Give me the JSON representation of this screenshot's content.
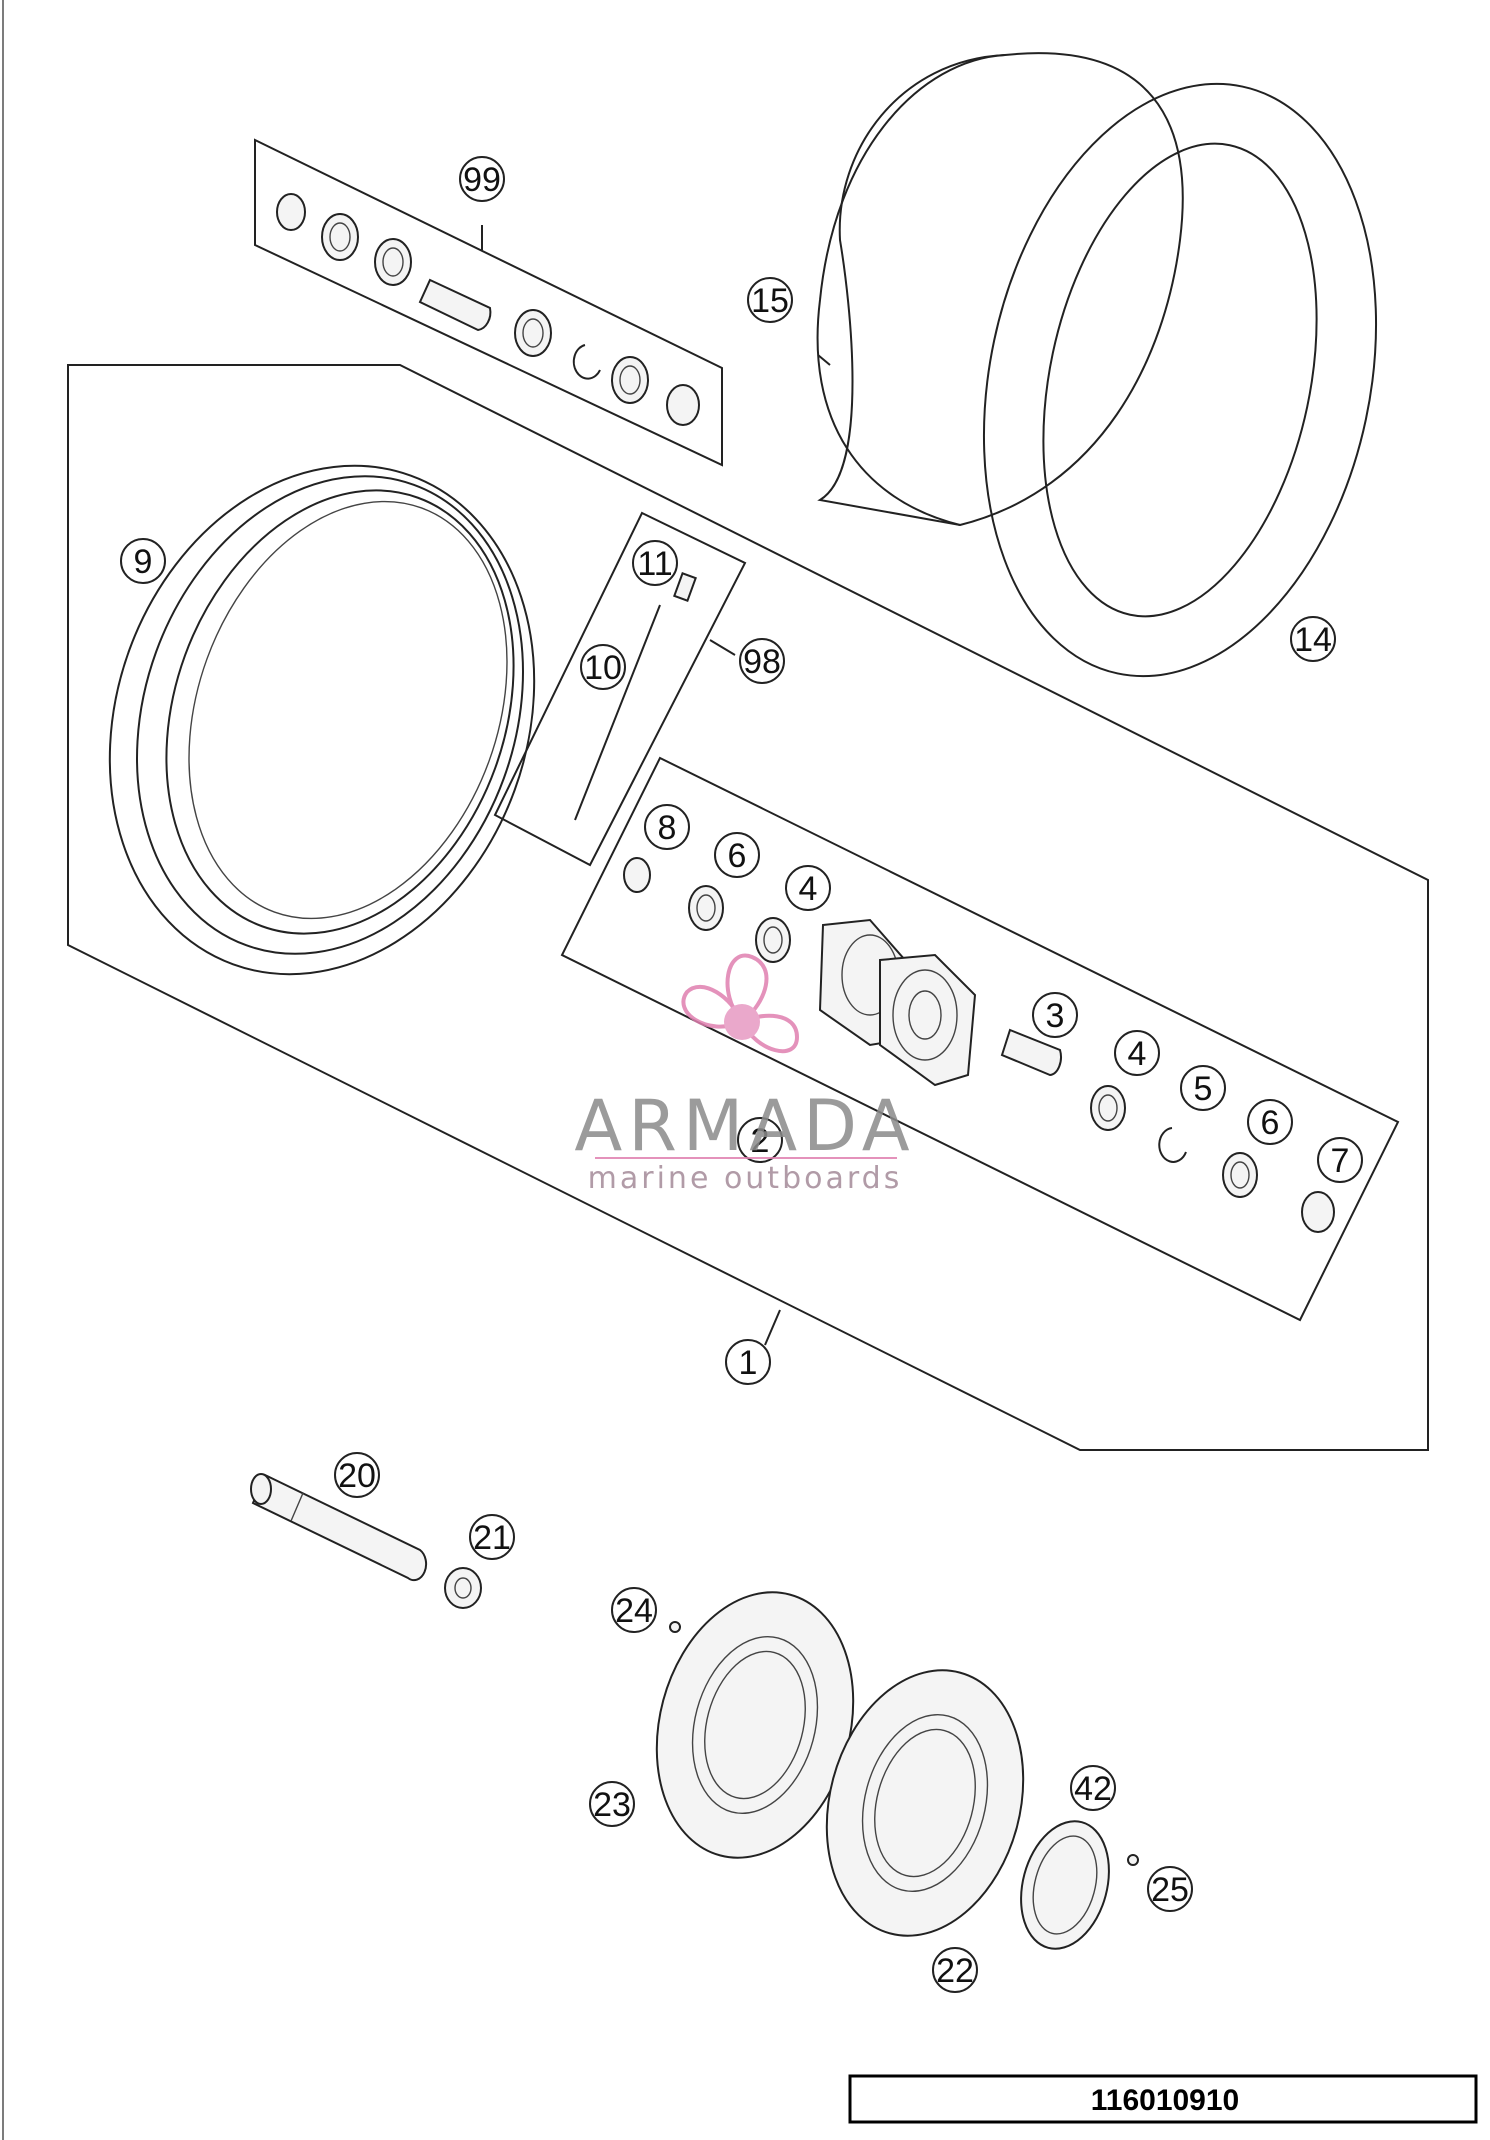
{
  "callouts": [
    "1",
    "2",
    "3",
    "4",
    "4",
    "5",
    "6",
    "6",
    "7",
    "8",
    "9",
    "10",
    "11",
    "14",
    "15",
    "20",
    "21",
    "22",
    "23",
    "24",
    "25",
    "42",
    "98",
    "99"
  ],
  "watermark": {
    "brand": "ARMADA",
    "tagline": "marine outboards",
    "accent_color": "#e07fb0"
  },
  "document_number": "116010910"
}
